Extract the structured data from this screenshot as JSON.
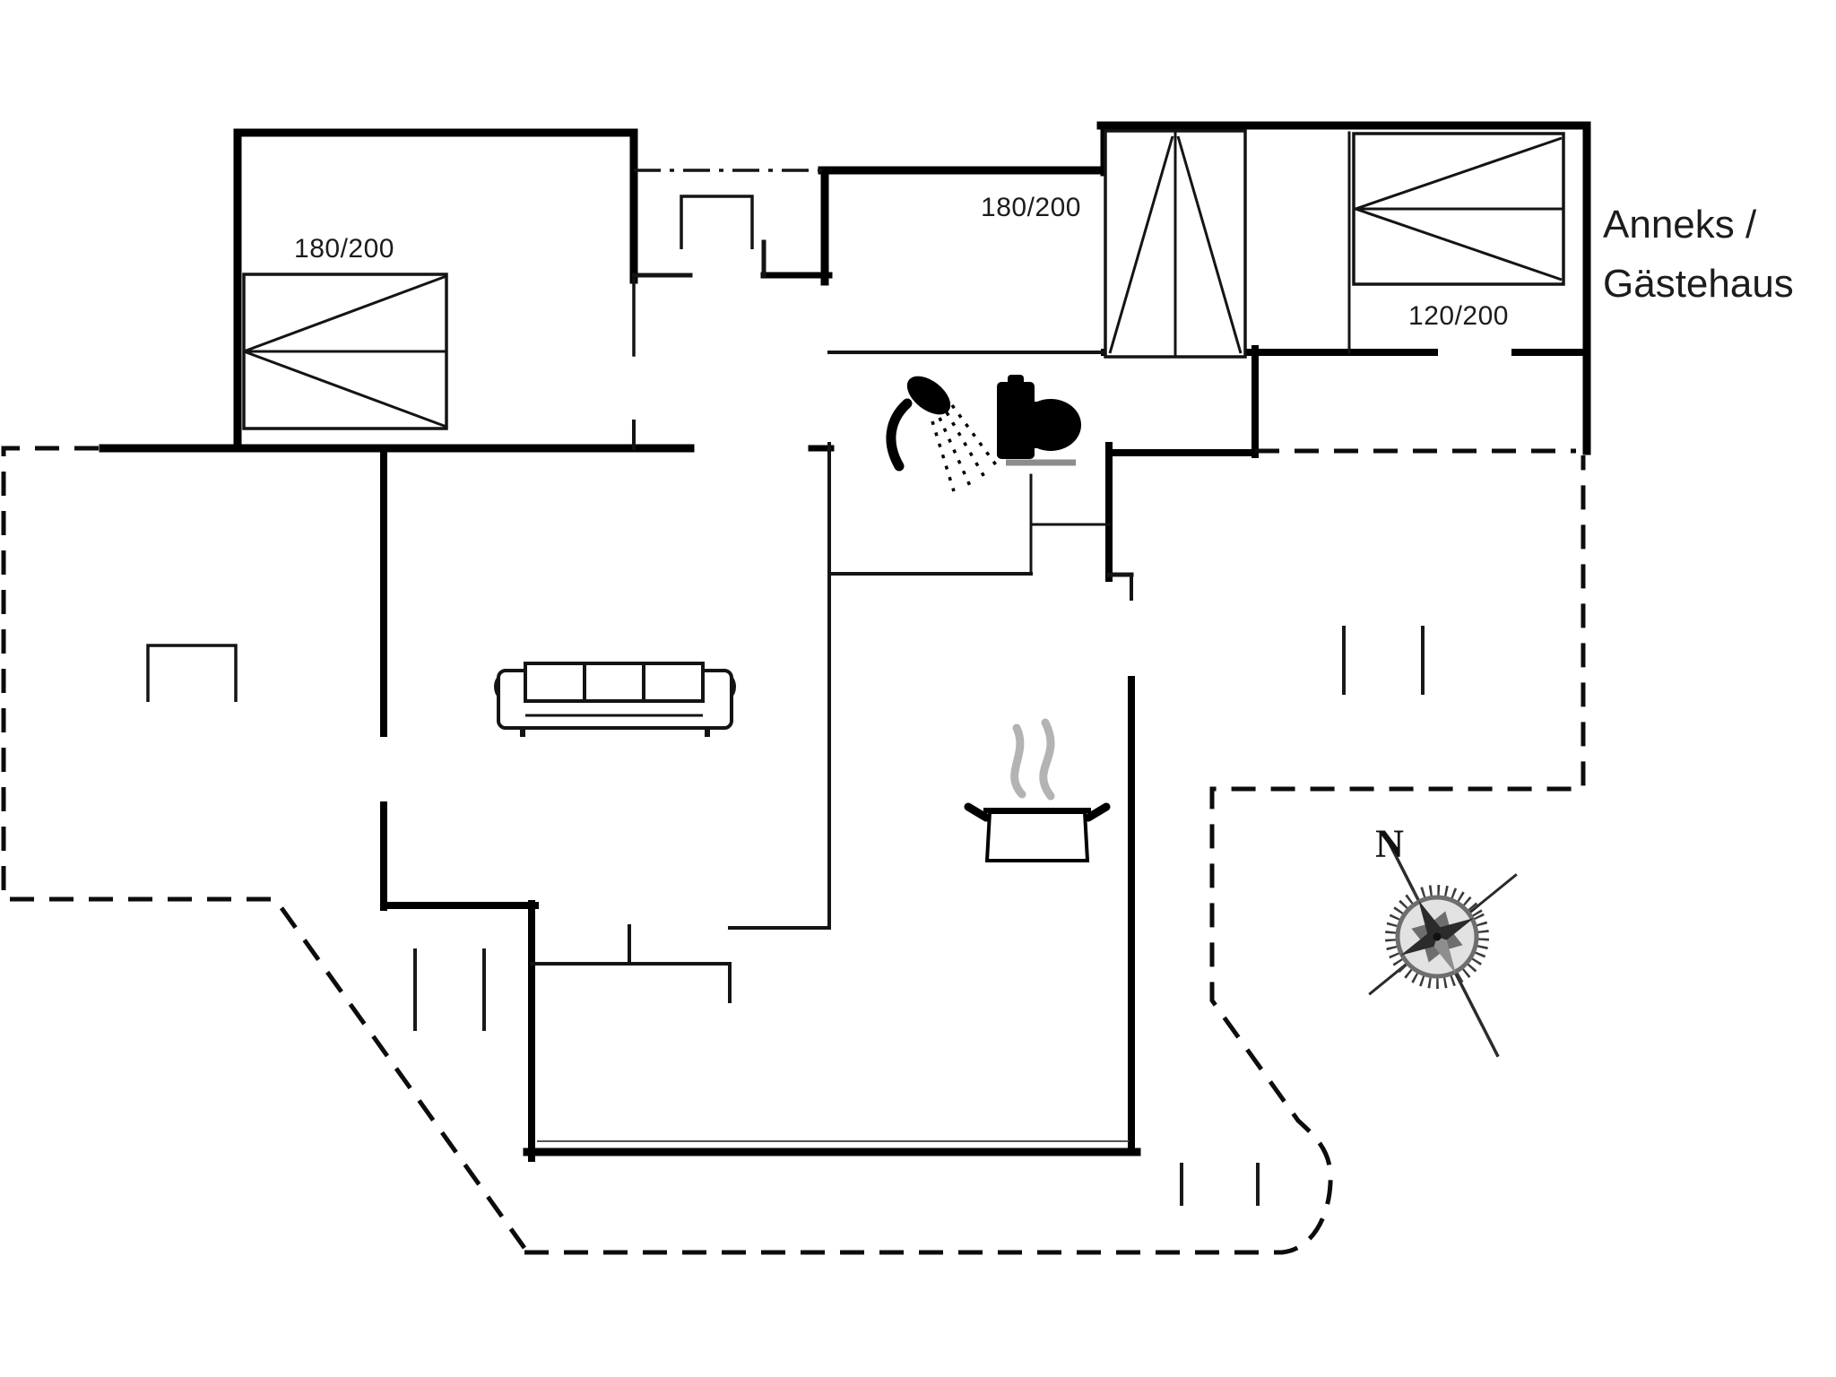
{
  "plan": {
    "type": "vacation-house-floor-plan",
    "labels": {
      "bedroom1_bed": "180/200",
      "bedroom2_bed": "180/200",
      "annex_bed": "120/200",
      "annex_name_line1": "Anneks /",
      "annex_name_line2": "Gästehaus",
      "compass_north": "N"
    },
    "icons": [
      "double-bed",
      "vertical-double-bed",
      "guest-bed",
      "sofa",
      "shower-head",
      "toilet",
      "cooking-pot",
      "steam",
      "compass-rose",
      "bench",
      "entrance-porch"
    ],
    "colors": {
      "walls": "#000000",
      "thin_lines": "#141414",
      "steam": "#b3b3b3",
      "toilet_base": "#8c8c8c",
      "compass_dark": "#2b2b2b",
      "compass_mid": "#6e6e6e",
      "text": "#1c1c1c",
      "background": "#ffffff"
    }
  }
}
